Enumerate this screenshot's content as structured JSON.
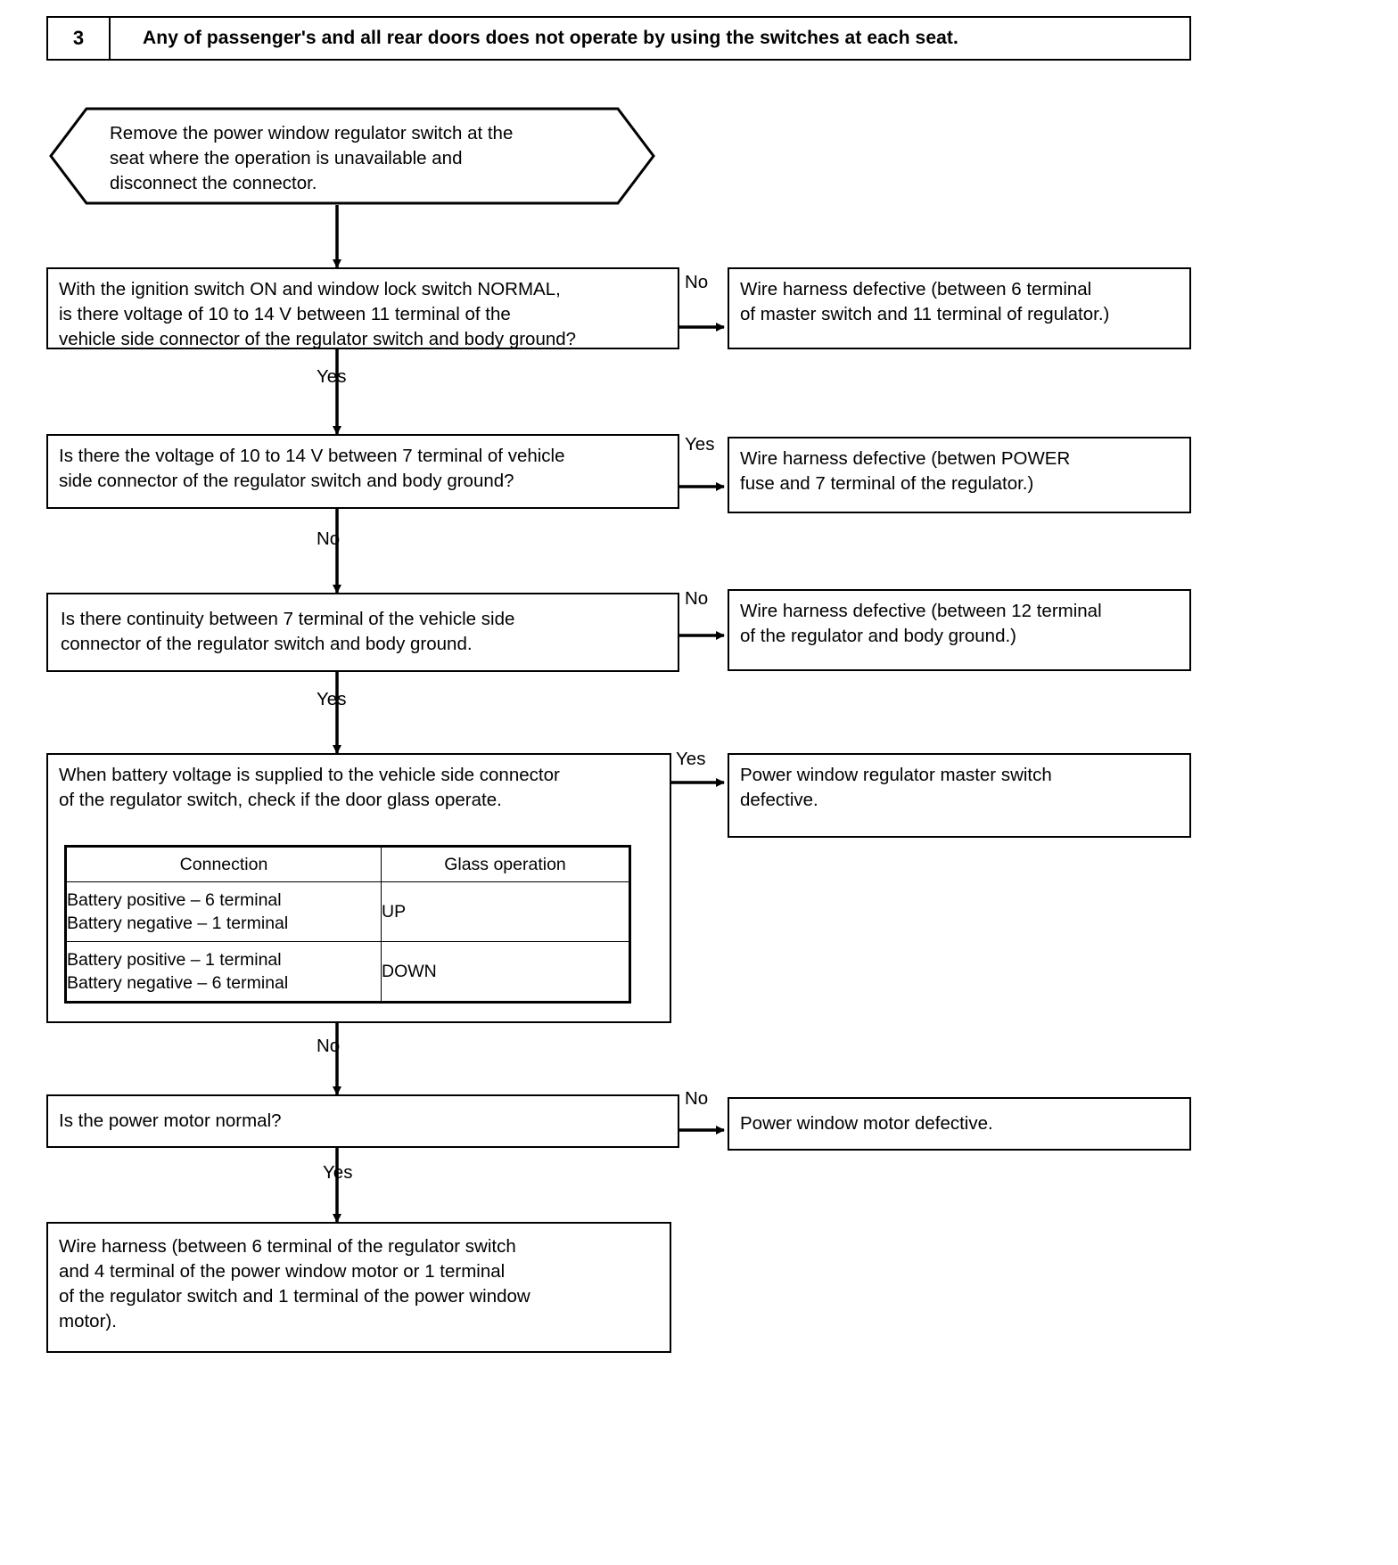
{
  "header": {
    "number": "3",
    "title": "Any of passenger's and all rear doors does not operate by using the switches at each seat."
  },
  "start_step": {
    "text": "Remove the power window regulator switch at the\nseat where the operation is unavailable and\ndisconnect the connector."
  },
  "steps": [
    {
      "id": "q1",
      "question": "With the ignition switch ON and window lock switch NORMAL,\nis there voltage of 10 to 14 V between 11 terminal of the\nvehicle side connector of the regulator switch and body ground?",
      "branch_label": "No",
      "result": "Wire harness defective (between 6 terminal\nof master switch and 11 terminal of regulator.)",
      "down_label": "Yes"
    },
    {
      "id": "q2",
      "question": "Is there the voltage of 10 to 14 V between 7 terminal of vehicle\nside connector of the regulator switch and body ground?",
      "branch_label": "Yes",
      "result": "Wire harness defective (betwen POWER\nfuse and 7 terminal of the regulator.)",
      "down_label": "No"
    },
    {
      "id": "q3",
      "question": "Is there continuity between 7 terminal of the vehicle side\nconnector of the regulator switch and body ground.",
      "branch_label": "No",
      "result": "Wire harness defective (between 12 terminal\nof the regulator and body ground.)",
      "down_label": "Yes"
    },
    {
      "id": "q4",
      "question": "When battery voltage is supplied to the vehicle side connector\nof the regulator switch, check if the door glass operate.",
      "branch_label": "Yes",
      "result": "Power window regulator master switch\ndefective.",
      "down_label": "No"
    },
    {
      "id": "q5",
      "question": "Is the power motor normal?",
      "branch_label": "No",
      "result": "Power window motor defective.",
      "down_label": "Yes"
    }
  ],
  "glass_table": {
    "headers": [
      "Connection",
      "Glass operation"
    ],
    "rows": [
      {
        "connection": "Battery positive – 6 terminal\nBattery negative – 1 terminal",
        "operation": "UP"
      },
      {
        "connection": "Battery positive – 1 terminal\nBattery negative – 6 terminal",
        "operation": "DOWN"
      }
    ]
  },
  "final_step": {
    "text": "Wire harness (between 6 terminal of the regulator switch\nand 4 terminal of the power window motor or 1 terminal\nof the regulator switch and 1 terminal of the power window\nmotor)."
  },
  "colors": {
    "line": "#000000",
    "background": "#ffffff"
  }
}
